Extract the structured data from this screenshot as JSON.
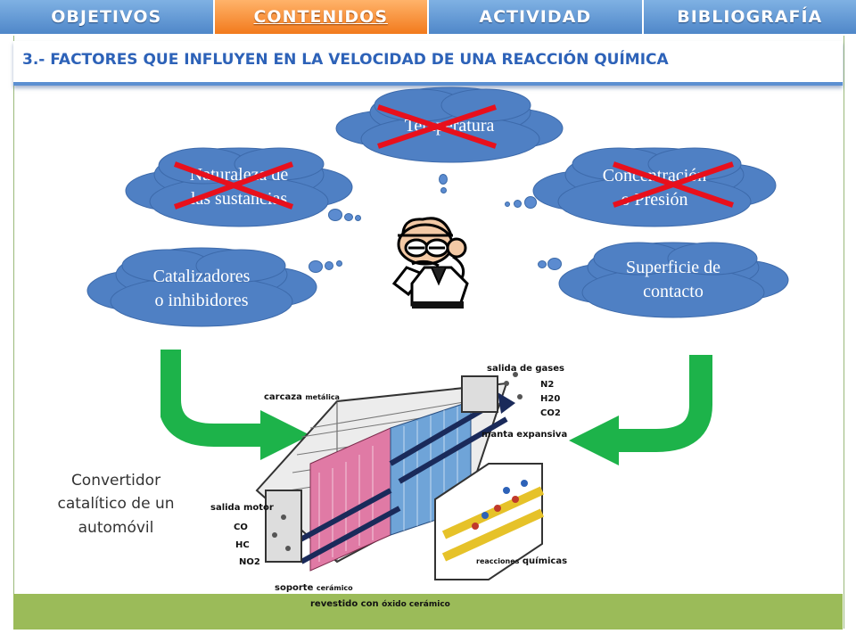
{
  "nav": {
    "tabs": [
      {
        "label": "OBJETIVOS"
      },
      {
        "label": "CONTENIDOS"
      },
      {
        "label": "ACTIVIDAD"
      },
      {
        "label": "BIBLIOGRAFÍA"
      }
    ],
    "active_index": 1
  },
  "title": "3.- FACTORES QUE INFLUYEN EN LA VELOCIDAD DE UNA REACCIÓN QUÍMICA",
  "factors": {
    "temperatura": {
      "label": "Temperatura",
      "crossed": true
    },
    "naturaleza": {
      "line1": "Naturaleza de",
      "line2": "las sustancias",
      "crossed": true
    },
    "concentracion": {
      "line1": "Concentración",
      "line2": "o Presión",
      "crossed": true
    },
    "catalizadores": {
      "line1": "Catalizadores",
      "line2": "o inhibidores",
      "crossed": false
    },
    "superficie": {
      "line1": "Superficie de",
      "line2": "contacto",
      "crossed": false
    }
  },
  "caption": {
    "line1": "Convertidor",
    "line2": "catalítico de un",
    "line3": "automóvil"
  },
  "diagram": {
    "carcaza": "carcaza",
    "metalica": "metálica",
    "salida_gases": "salida de gases",
    "gases": [
      "N2",
      "H20",
      "CO2"
    ],
    "manta": "manta expansiva",
    "salida_motor": "salida motor",
    "entrada": [
      "CO",
      "HC",
      "NO2"
    ],
    "soporte": "soporte",
    "ceramico": "cerámico",
    "reacciones": "reacciones",
    "quimicas": "químicas",
    "revestido": "revestido con",
    "oxido": "óxido cerámico"
  },
  "colors": {
    "tab": "#5a93d3",
    "tab_active": "#f58a2c",
    "title": "#2d62b8",
    "cloud": "#4f80c4",
    "cross": "#e8101c",
    "arrow": "#1db34a",
    "footer": "#9bbb59"
  },
  "icons": {
    "thinker": "thinking-scientist-icon"
  }
}
